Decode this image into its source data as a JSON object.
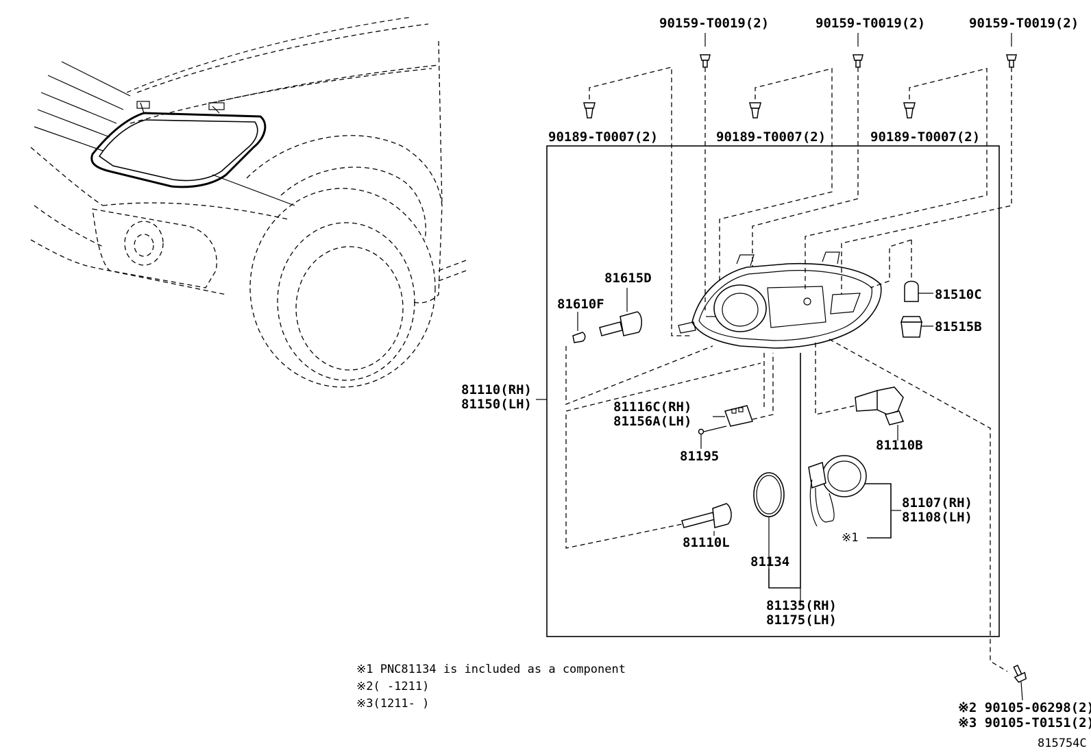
{
  "labels": {
    "bolt_top_1": "90159-T0019(2)",
    "bolt_top_2": "90159-T0019(2)",
    "bolt_top_3": "90159-T0019(2)",
    "clip_1": "90189-T0007(2)",
    "clip_2": "90189-T0007(2)",
    "clip_3": "90189-T0007(2)",
    "p81615d": "81615D",
    "p81610f": "81610F",
    "p81510c": "81510C",
    "p81515b": "81515B",
    "assy_rh": "81110(RH)",
    "assy_lh": "81150(LH)",
    "p81116c": "81116C(RH)",
    "p81156a": "81156A(LH)",
    "p81195": "81195",
    "p81110b": "81110B",
    "p81107": "81107(RH)",
    "p81108": "81108(LH)",
    "mark1": "※1",
    "p81110l": "81110L",
    "p81134": "81134",
    "p81135": "81135(RH)",
    "p81175": "81175(LH)",
    "bottom_bolt_1": "※2 90105-06298(2)",
    "bottom_bolt_2": "※3 90105-T0151(2)",
    "diagram_id": "815754C"
  },
  "notes": [
    "※1 PNC81134 is included as a component",
    "※2(    -1211)",
    "※3(1211-    )"
  ]
}
